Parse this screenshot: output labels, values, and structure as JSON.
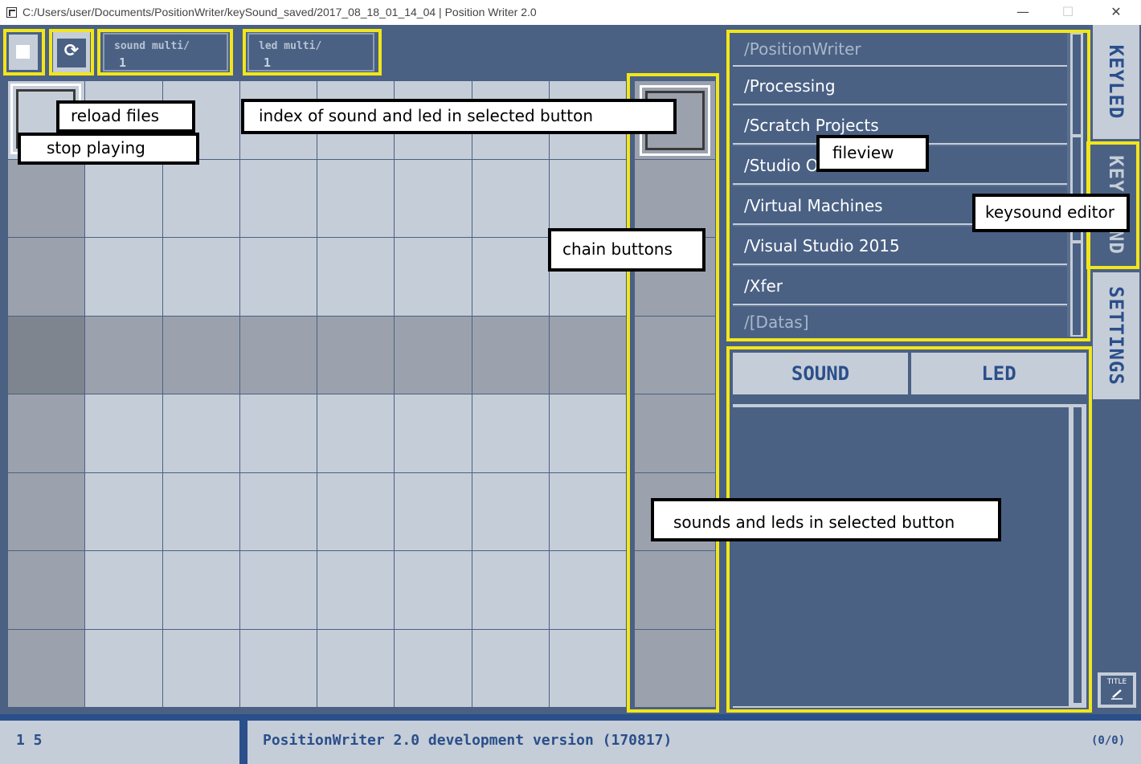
{
  "window": {
    "title": "C:/Users/user/Documents/PositionWriter/keySound_saved/2017_08_18_01_14_04 | Position Writer 2.0",
    "minimize": "—",
    "maximize": "☐",
    "close": "✕"
  },
  "toolbar": {
    "stop_icon": "stop-icon",
    "reload_icon": "reload-icon",
    "reload_glyph": "⟳",
    "sound_multi": {
      "label": "sound multi/",
      "value": "1"
    },
    "led_multi": {
      "label": "led multi/",
      "value": "1"
    }
  },
  "grid": {
    "rows": 8,
    "cols": 8,
    "highlighted_row": 4,
    "highlighted_col": 1
  },
  "fileview": {
    "items": [
      {
        "label": "/PositionWriter"
      },
      {
        "label": "/Processing"
      },
      {
        "label": "/Scratch Projects"
      },
      {
        "label": "/Studio O"
      },
      {
        "label": "/Virtual Machines"
      },
      {
        "label": "/Visual Studio 2015"
      },
      {
        "label": "/Xfer"
      },
      {
        "label": "/[Datas]"
      }
    ]
  },
  "side_tabs": [
    {
      "label": "KEYLED"
    },
    {
      "label": "KEYSOUND"
    },
    {
      "label": "SETTINGS"
    }
  ],
  "sound_led_tabs": {
    "sound": "SOUND",
    "led": "LED"
  },
  "title_button": {
    "label": "TITLE",
    "icon": "pen-icon"
  },
  "status": {
    "left": "1 5",
    "message": "PositionWriter 2.0 development version (170817)",
    "right": "(0/0)"
  },
  "annotations": {
    "reload": "reload files",
    "stop": "stop playing",
    "index": "index of sound and led in selected button",
    "fileview": "fileview",
    "keysound": "keysound editor",
    "chain": "chain buttons",
    "sounds_leds": "sounds and leds in selected button"
  },
  "colors": {
    "background": "#4a6184",
    "panel": "#c5cdd8",
    "accent": "#2a4f8a",
    "highlight": "#f2e61a"
  }
}
